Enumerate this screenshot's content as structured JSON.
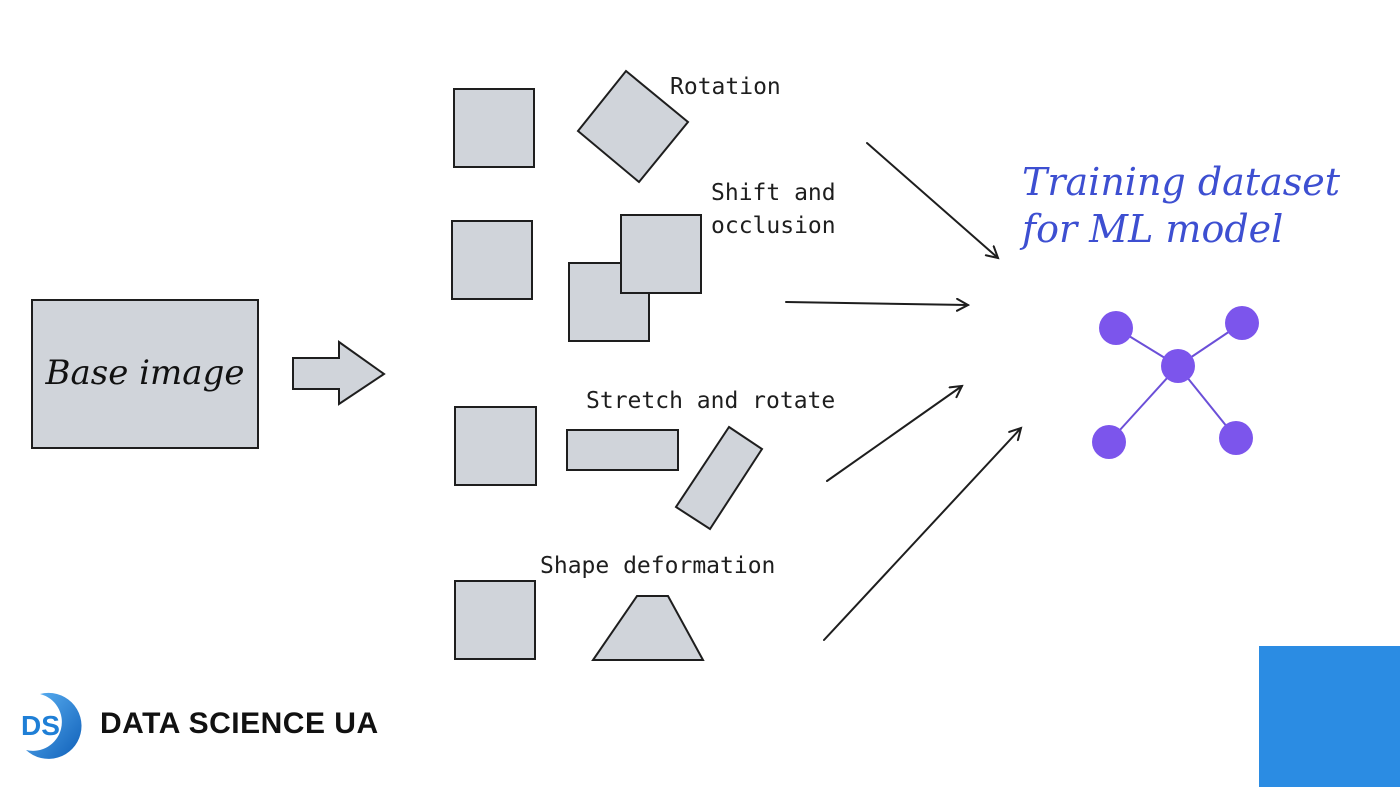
{
  "base": {
    "label": "Base image"
  },
  "transforms": [
    {
      "label": "Rotation"
    },
    {
      "label_line1": "Shift and",
      "label_line2": "occlusion"
    },
    {
      "label": "Stretch and rotate"
    },
    {
      "label": "Shape deformation"
    }
  ],
  "target": {
    "line1": "Training dataset",
    "line2": "for ML model"
  },
  "brand": {
    "mark": "DS",
    "name": "DATA SCIENCE UA"
  },
  "colors": {
    "shape_fill": "#d0d4da",
    "target_text": "#3d4fd1",
    "network": "#7c55ec",
    "corner_block": "#2b8ce3",
    "brand_blue": "#1f7fd6"
  }
}
